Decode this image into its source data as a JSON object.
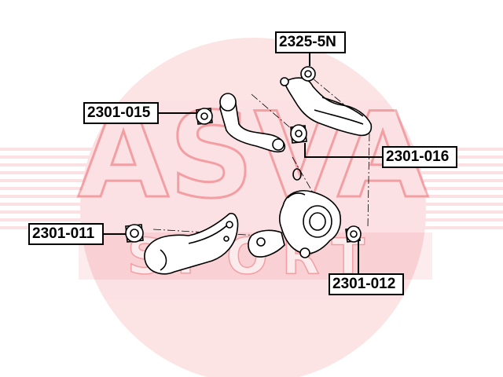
{
  "watermark": {
    "brand_text": "ASVA",
    "sub_text": "SPORT",
    "color": "#e7232e"
  },
  "callouts": [
    {
      "id": "2325-5N",
      "label": "2325-5N"
    },
    {
      "id": "2301-015",
      "label": "2301-015"
    },
    {
      "id": "2301-016",
      "label": "2301-016"
    },
    {
      "id": "2301-011",
      "label": "2301-011"
    },
    {
      "id": "2301-012",
      "label": "2301-012"
    }
  ]
}
